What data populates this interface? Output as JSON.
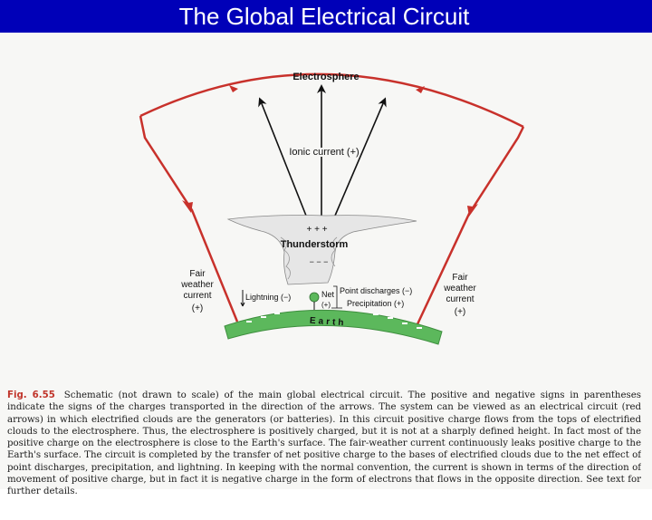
{
  "slide": {
    "title": "The Global Electrical Circuit"
  },
  "diagram": {
    "electrosphere": "Electrosphere",
    "ionic_current": "Ionic current (+)",
    "thunderstorm": "Thunderstorm",
    "cloud_top_charges": "+ + +",
    "cloud_base_charges": "− − −",
    "fair_weather_left": [
      "Fair",
      "weather",
      "current",
      "(+)"
    ],
    "fair_weather_right": [
      "Fair",
      "weather",
      "current",
      "(+)"
    ],
    "lightning": "Lightning (−)",
    "net": "Net",
    "net_sign": "(+)",
    "point_discharges": "Point discharges (−)",
    "precipitation": "Precipitation (+)",
    "earth": "Earth",
    "colors": {
      "circuit_arrows": "#c8312b",
      "earth_fill": "#5cb85c",
      "ionic_arrows": "#111111"
    }
  },
  "caption": {
    "label": "Fig. 6.55",
    "text": "Schematic (not drawn to scale) of the main global electrical circuit. The positive and negative signs in parentheses indicate the signs of the charges transported in the direction of the arrows. The system can be viewed as an electrical circuit (red arrows) in which electrified clouds are the generators (or batteries). In this circuit positive charge flows from the tops of electrified clouds to the electrosphere. Thus, the electrosphere is positively charged, but it is not at a sharply defined height. In fact most of the positive charge on the electrosphere is close to the Earth's surface. The fair-weather current continuously leaks positive charge to the Earth's surface. The circuit is completed by the transfer of net positive charge to the bases of electrified clouds due to the net effect of point discharges, precipitation, and lightning. In keeping with the normal convention, the current is shown in terms of the direction of movement of positive charge, but in fact it is negative charge in the form of electrons that flows in the opposite direction. See text for further details."
  }
}
